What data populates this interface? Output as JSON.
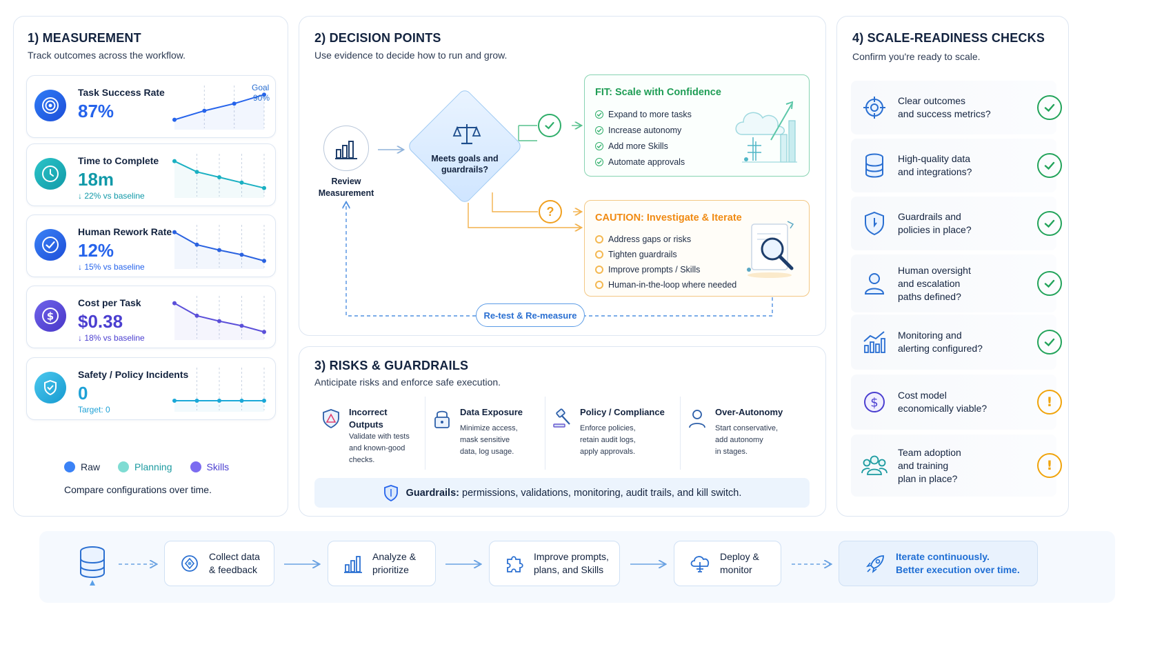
{
  "measurement": {
    "title": "1) MEASUREMENT",
    "subtitle": "Track outcomes across the workflow.",
    "metrics": [
      {
        "label": "Task Success Rate",
        "value": "87%",
        "delta": "",
        "goal_label": "Goal",
        "goal_value": "90%",
        "color": "#2563eb",
        "trend": [
          0.2,
          0.45,
          0.65,
          0.9
        ]
      },
      {
        "label": "Time to Complete",
        "value": "18m",
        "delta": "↓ 22% vs baseline",
        "color": "#1ab0c2",
        "trend": [
          0.95,
          0.65,
          0.5,
          0.35,
          0.2
        ]
      },
      {
        "label": "Human Rework Rate",
        "value": "12%",
        "delta": "↓ 15% vs baseline",
        "color": "#2a62e0",
        "trend": [
          0.95,
          0.6,
          0.45,
          0.32,
          0.15
        ]
      },
      {
        "label": "Cost per Task",
        "value": "$0.38",
        "delta": "↓ 18% vs baseline",
        "color": "#5b4fd9",
        "trend": [
          0.95,
          0.6,
          0.45,
          0.32,
          0.15
        ]
      },
      {
        "label": "Safety / Policy Incidents",
        "value": "0",
        "delta": "Target: 0",
        "color": "#1aa8d8",
        "trend": [
          0,
          0,
          0,
          0,
          0
        ]
      }
    ],
    "legend": [
      {
        "label": "Raw",
        "color": "#3b82f6"
      },
      {
        "label": "Planning",
        "color": "#7fdcd3"
      },
      {
        "label": "Skills",
        "color": "#7c6cf0"
      }
    ],
    "legend_caption": "Compare configurations over time."
  },
  "decision": {
    "title": "2) DECISION POINTS",
    "subtitle": "Use evidence to decide how to run and grow.",
    "review_label": "Review Measurement",
    "diamond_label": "Meets goals and guardrails?",
    "fit": {
      "title": "FIT: Scale with Confidence",
      "color": "#1f9d55",
      "items": [
        "Expand to more tasks",
        "Increase autonomy",
        "Add more Skills",
        "Automate approvals"
      ]
    },
    "caution": {
      "title": "CAUTION: Investigate & Iterate",
      "color": "#f08a12",
      "items": [
        "Address gaps or risks",
        "Tighten guardrails",
        "Improve prompts / Skills",
        "Human-in-the-loop where needed"
      ]
    },
    "retest_label": "Re-test & Re-measure"
  },
  "risks": {
    "title": "3) RISKS & GUARDRAILS",
    "subtitle": "Anticipate risks and enforce safe execution.",
    "items": [
      {
        "title": "Incorrect Outputs",
        "desc": [
          "Validate with tests",
          "and known-good",
          "checks."
        ]
      },
      {
        "title": "Data Exposure",
        "desc": [
          "Minimize access,",
          "mask sensitive",
          "data, log usage."
        ]
      },
      {
        "title": "Policy / Compliance",
        "desc": [
          "Enforce policies,",
          "retain audit logs,",
          "apply approvals."
        ]
      },
      {
        "title": "Over-Autonomy",
        "desc": [
          "Start conservative,",
          "add autonomy",
          "in stages."
        ]
      }
    ],
    "guardrails_label": "Guardrails:",
    "guardrails_text": "permissions, validations, monitoring, audit trails, and kill switch."
  },
  "scale": {
    "title": "4) SCALE-READINESS CHECKS",
    "subtitle": "Confirm you're ready to scale.",
    "checks": [
      {
        "lines": [
          "Clear outcomes",
          "and success metrics?"
        ],
        "icon": "target-icon",
        "status": "pass"
      },
      {
        "lines": [
          "High-quality data",
          "and integrations?"
        ],
        "icon": "database-icon",
        "status": "pass"
      },
      {
        "lines": [
          "Guardrails and",
          "policies in place?"
        ],
        "icon": "shield-icon",
        "status": "pass"
      },
      {
        "lines": [
          "Human oversight",
          "and escalation",
          "paths defined?"
        ],
        "icon": "person-icon",
        "status": "pass"
      },
      {
        "lines": [
          "Monitoring and",
          "alerting configured?"
        ],
        "icon": "chart-icon",
        "status": "pass"
      },
      {
        "lines": [
          "Cost model",
          "economically viable?"
        ],
        "icon": "dollar-icon",
        "status": "warn"
      },
      {
        "lines": [
          "Team adoption",
          "and training",
          "plan in place?"
        ],
        "icon": "team-icon",
        "status": "warn"
      }
    ],
    "pass_color": "#22a35a",
    "warn_color": "#f0a30a"
  },
  "loop": {
    "steps": [
      {
        "lines": [
          "Collect data",
          "& feedback"
        ]
      },
      {
        "lines": [
          "Analyze &",
          "prioritize"
        ]
      },
      {
        "lines": [
          "Improve prompts,",
          "plans, and Skills"
        ]
      },
      {
        "lines": [
          "Deploy &",
          "monitor"
        ]
      },
      {
        "lines": [
          "Iterate continuously.",
          "Better execution over time."
        ]
      }
    ]
  }
}
